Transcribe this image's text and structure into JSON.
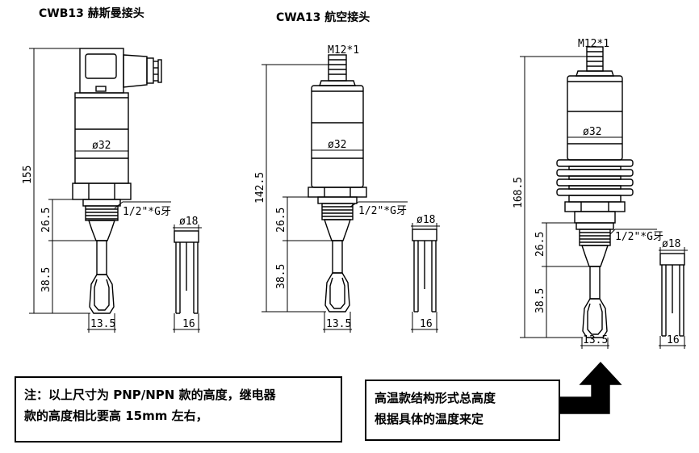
{
  "titles": {
    "cwb": "CWB13 赫斯曼接头",
    "cwa": "CWA13 航空接头"
  },
  "labels": {
    "m12_left": "M12*1",
    "m12_right": "M12*1",
    "dia32": "ø32",
    "thread": "1/2\"*G牙",
    "dia18": "ø18",
    "dim_155": "155",
    "dim_142_5": "142.5",
    "dim_168_5": "168.5",
    "dim_26_5": "26.5",
    "dim_38_5": "38.5",
    "dim_13_5": "13.5",
    "dim_16": "16"
  },
  "notes": {
    "left_line1": "注：以上尺寸为 PNP/NPN 款的高度，继电器",
    "left_line2": "款的高度相比要高 15mm 左右，",
    "right_line1": "高温款结构形式总高度",
    "right_line2": "根据具体的温度来定"
  },
  "colors": {
    "line": "#000000",
    "background": "#ffffff"
  }
}
